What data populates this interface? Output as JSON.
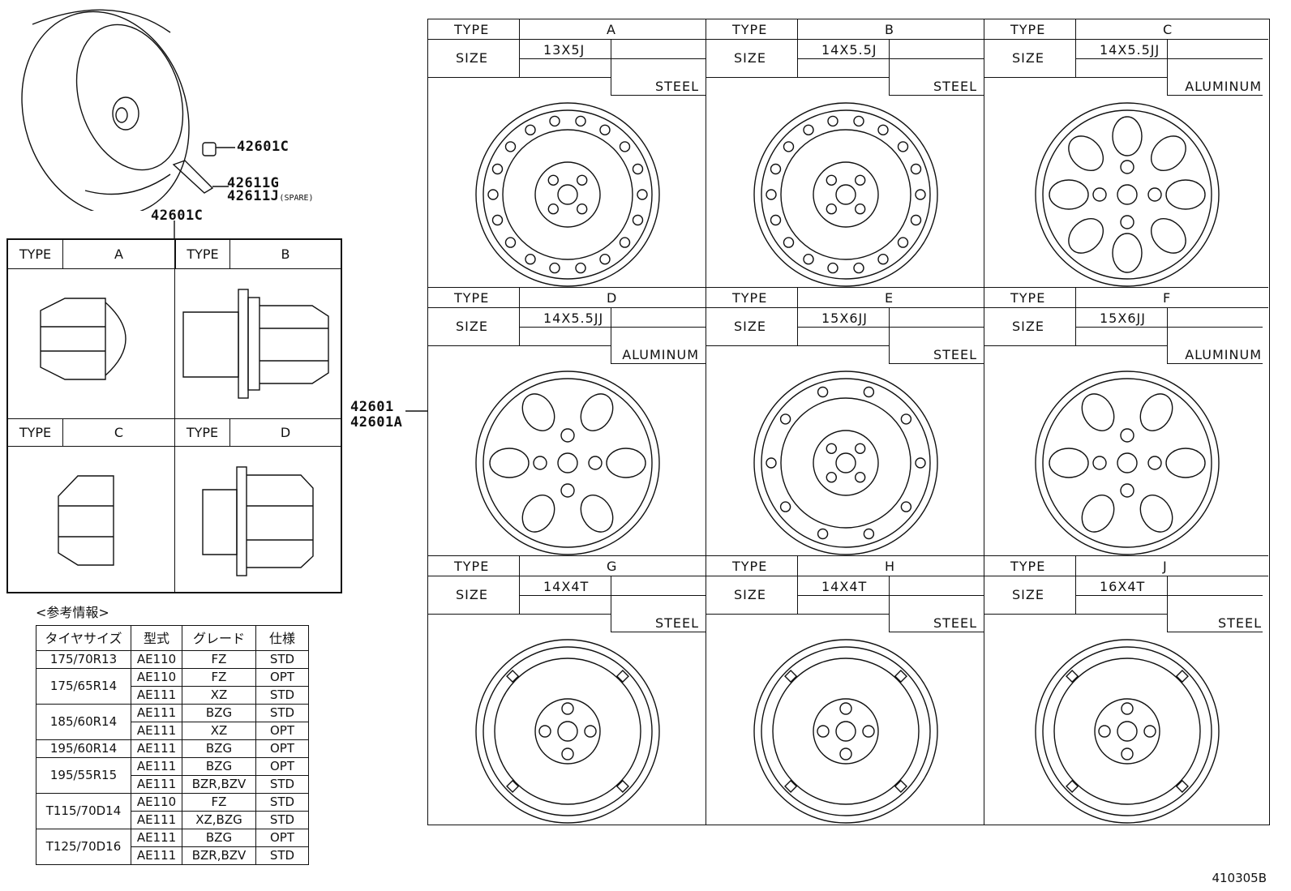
{
  "callouts": {
    "valve_cap": "42601C",
    "valve": "42611G",
    "valve_spare": "42611J",
    "spare_note": "(SPARE)",
    "hub_nut": "42601C",
    "wheel": "42601",
    "wheel_alt": "42601A"
  },
  "nut_table": {
    "type_label": "TYPE",
    "types": [
      "A",
      "B",
      "C",
      "D"
    ]
  },
  "wheel_table": {
    "type_label": "TYPE",
    "size_label": "SIZE",
    "wheels": [
      {
        "type": "A",
        "size": "13X5J",
        "material": "STEEL"
      },
      {
        "type": "B",
        "size": "14X5.5J",
        "material": "STEEL"
      },
      {
        "type": "C",
        "size": "14X5.5JJ",
        "material": "ALUMINUM"
      },
      {
        "type": "D",
        "size": "14X5.5JJ",
        "material": "ALUMINUM"
      },
      {
        "type": "E",
        "size": "15X6JJ",
        "material": "STEEL"
      },
      {
        "type": "F",
        "size": "15X6JJ",
        "material": "ALUMINUM"
      },
      {
        "type": "G",
        "size": "14X4T",
        "material": "STEEL"
      },
      {
        "type": "H",
        "size": "14X4T",
        "material": "STEEL"
      },
      {
        "type": "J",
        "size": "16X4T",
        "material": "STEEL"
      }
    ]
  },
  "reference": {
    "title": "<参考情報>",
    "headers": [
      "タイヤサイズ",
      "型式",
      "グレード",
      "仕様"
    ],
    "rows": [
      [
        "175/70R13",
        "AE110",
        "FZ",
        "STD"
      ],
      [
        "175/65R14",
        "AE110",
        "FZ",
        "OPT"
      ],
      [
        "",
        "AE111",
        "XZ",
        "STD"
      ],
      [
        "185/60R14",
        "AE111",
        "BZG",
        "STD"
      ],
      [
        "",
        "AE111",
        "XZ",
        "OPT"
      ],
      [
        "195/60R14",
        "AE111",
        "BZG",
        "OPT"
      ],
      [
        "195/55R15",
        "AE111",
        "BZG",
        "OPT"
      ],
      [
        "",
        "AE111",
        "BZR,BZV",
        "STD"
      ],
      [
        "T115/70D14",
        "AE110",
        "FZ",
        "STD"
      ],
      [
        "",
        "AE111",
        "XZ,BZG",
        "STD"
      ],
      [
        "T125/70D16",
        "AE111",
        "BZG",
        "OPT"
      ],
      [
        "",
        "AE111",
        "BZR,BZV",
        "STD"
      ]
    ]
  },
  "footer_code": "410305B"
}
